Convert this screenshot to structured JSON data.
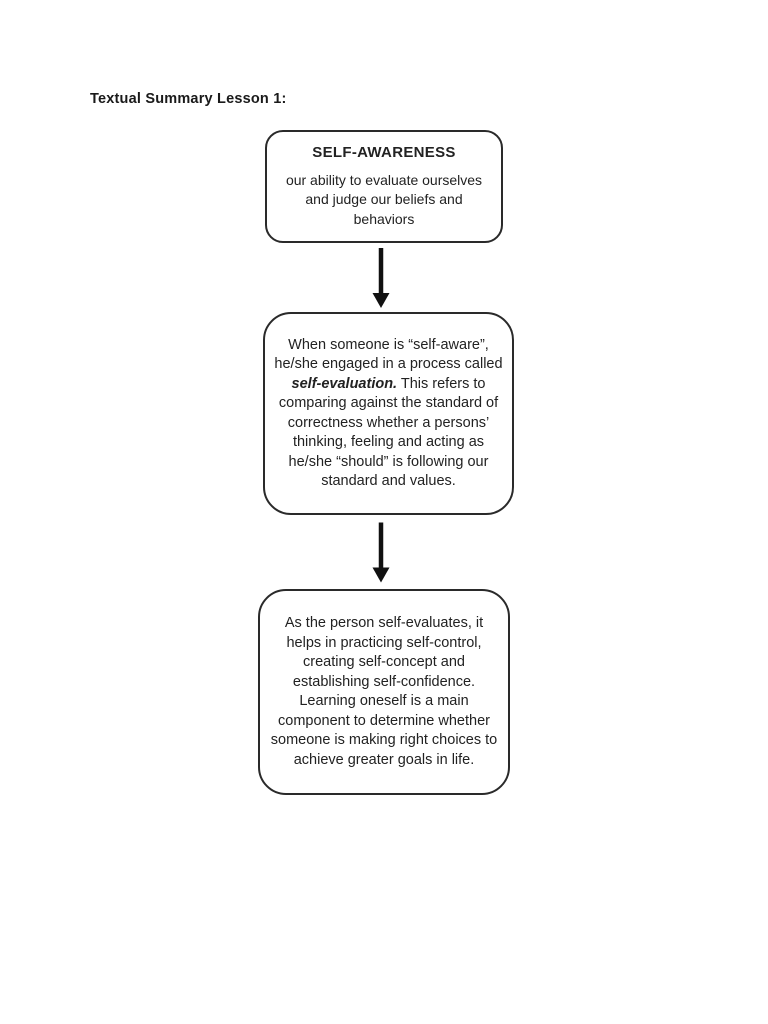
{
  "page": {
    "heading": "Textual Summary Lesson 1:"
  },
  "flowchart": {
    "box1": {
      "title": "SELF-AWARENESS",
      "body": "our ability to evaluate ourselves and judge our beliefs and behaviors"
    },
    "box2": {
      "body_before": "When someone is “self-aware”, he/she engaged in a process called ",
      "emphasis": "self-evaluation.",
      "body_after": " This refers to comparing against the standard of correctness whether a persons’ thinking, feeling and acting as he/she “should” is following our standard and values."
    },
    "box3": {
      "body": "As the person self-evaluates, it helps in practicing self-control, creating self-concept and establishing self-confidence. Learning oneself is a main component to determine whether someone is making right choices to achieve greater goals in life."
    },
    "arrows": {
      "icon": "down-arrow",
      "count": 2,
      "color": "#111111"
    },
    "border_color": "#2a2a2a",
    "background_color": "#ffffff"
  }
}
